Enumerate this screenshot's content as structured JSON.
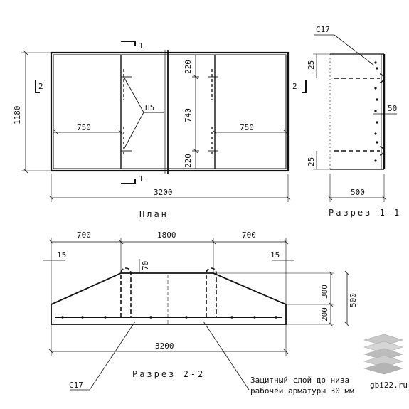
{
  "plan": {
    "title": "План",
    "width": "3200",
    "height": "1180",
    "left_span": "750",
    "right_span": "750",
    "middle": "740",
    "edge_top": "220",
    "edge_bottom": "220",
    "rebar_mark": "П5",
    "cut1_top": "1",
    "cut1_bottom": "1",
    "cut2_left": "2",
    "cut2_right": "2"
  },
  "section_1_1": {
    "title": "Разрез 1-1",
    "rebar_mark": "С17",
    "top_dim": "25",
    "bottom_dim": "25",
    "offset": "50",
    "width": "500"
  },
  "section_2_2": {
    "title": "Разрез 2-2",
    "left": "700",
    "mid": "1800",
    "right": "700",
    "overhang_left": "15",
    "overhang_right": "15",
    "loop_height": "70",
    "upper_height": "300",
    "lower_height": "200",
    "total_height": "500",
    "width": "3200",
    "rebar_mark": "С17",
    "note_line1": "Защитный слой до низа",
    "note_line2": "рабочей арматуры 30 мм"
  },
  "watermark": {
    "text": "gbi22.ru"
  }
}
